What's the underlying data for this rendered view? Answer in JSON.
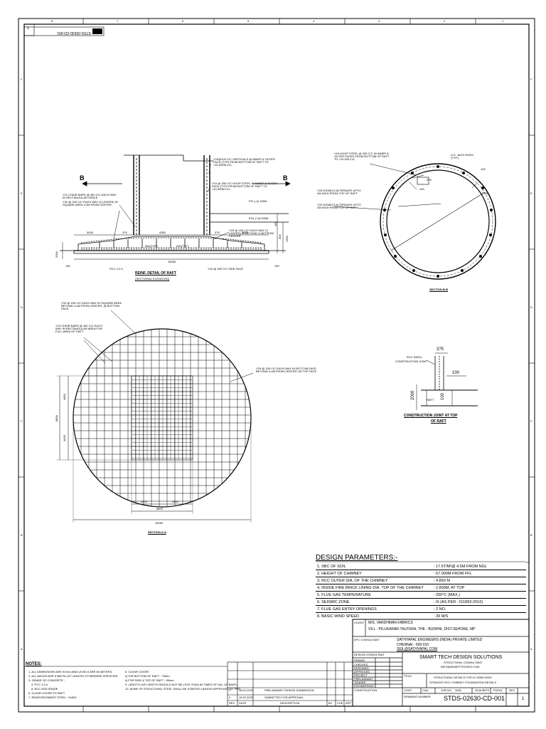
{
  "drawing": {
    "number": "STDS-02630-CD-001",
    "number_flipped": "STDS-02630-CD-001",
    "rev": "1",
    "sheet_corner": "1"
  },
  "raft_elevation": {
    "title": "REINF. DETAIL OF RAFT",
    "subtitle": "(SECTIONAL ELEVATION)",
    "section_mark_left": "B",
    "section_mark_right": "B",
    "notes": [
      "Y20@100 C/C VERTICALS @ INNER & OUTER FACE (TYP) FROM BOTTOM OF RAFT TO +10.000M LVL.",
      "Y16 @ 250 C/C HOOP STEEL IN INNER & OUTER FACE (TYP) FROM BOTTOM OF RAFT TO +10.000M LVL.",
      "Y12 CHAIR BARS @ 450 C/C EACH WAY IN RECTANGULAR SPACE",
      "Y32 @ 150 C/C EACH WAY (5 LAYERS) IN SQUARE AREA 4.4M FROM CENTER",
      "Y25 @ 150 C/C EACH WAY (3 LAYERS) IN BEYOND 4.4M FROM CENTER",
      "Y16 @ 300 C/C SIDE FACE"
    ],
    "levels": [
      "FFL (-)0.150M",
      "EGL (+)0.000M"
    ],
    "dims": [
      "3925",
      "375",
      "4350",
      "375",
      "3925",
      "150",
      "150",
      "450",
      "300",
      "1350",
      "2000",
      "500(TYP.)",
      "300(TYP.)",
      "PCC-1:2:4",
      "18250"
    ]
  },
  "section_b": {
    "title": "SECTION B-B",
    "labels": [
      "U.S. JACK RODS. (TYP.)",
      "Y16 HOOP STEEL @ 250 C/C IN INNER & OUTER FACES FROM BOTTOM OF RAFT TO +10.000 LVL",
      "Y20 DOWELS ALTERNATE UPTO 4M HIGH FROM TOP OF RAFT",
      "Y20 DOWELS ALTERNATE UPTO 2M HIGH FROM TOP OF RAFT"
    ],
    "dims": [
      "100",
      "100",
      "375",
      "3750"
    ]
  },
  "section_a": {
    "title": "SECTION A-A",
    "labels": [
      "Y32 @ 150 C/C EACH WAY IN SQUARE AREA BEYOND 4.4M FROM CENTER, @ BOTTOM FACE",
      "Y16 CHAIR BARS @ 450 C/C EACH WAY IN RECTANGULAR AREA FOR FULL AREA OF RAFT",
      "Y25 @ 150 C/C EACH WAY IN BOTTOM FACE BEYOND 4.4M FROM CENTER ON TOP FACE"
    ],
    "dims": [
      "4400",
      "4400",
      "8800",
      "4400",
      "4400",
      "8800",
      "18250"
    ]
  },
  "construction_joint": {
    "title": "CONSTRUCTION JOINT AT TOP",
    "title2": "OF RAFT",
    "labels": [
      "RCC SHELL",
      "CONSTRUCTION JOINT",
      "RAFT"
    ],
    "dims": [
      "375",
      "100",
      "100",
      "2000"
    ]
  },
  "design_parameters": {
    "title": "DESIGN PARAMETERS:-",
    "rows": [
      {
        "label": "1. SBC OF SOIL",
        "value": ": 17.5T/M²@ 4.5M FROM NGL"
      },
      {
        "label": "2. HEIGHT OF CHIMNEY",
        "value": ": 67.000M FROM FFL"
      },
      {
        "label": "3. RCC OUTER DIA. OF THE CHIMNEY",
        "value": ": 4.850 M"
      },
      {
        "label": "4. INSIDE FIRE BRICK LINING DIA. TOP OF THE CHIMNEY",
        "value": ": 2.800M, AT TOP"
      },
      {
        "label": "5. FLUE GAS TEMPERATURE",
        "value": ": 250°C (MAX.)"
      },
      {
        "label": "6. SEISMIC ZONE",
        "value": ": III (AS PER : IS1893-2016)"
      },
      {
        "label": "7. FLUE GAS ENTRY OPENINGS",
        "value": ": 2 NO."
      },
      {
        "label": "8. BASIC WIND SPEED",
        "value": ": 39 M/S"
      }
    ]
  },
  "notes": {
    "title": "NOTES:",
    "items": [
      "1. ALL DIMENSIONS ARE IN mm AND LEVELS ARE IN METERS.",
      "2. ALL WELDS ARE 6 MM FILLET UNLESS OTHERWISE SPECIFIED.",
      "3. GRADE OF CONCRETE :",
      "4. PCC 1:2:4",
      "5. RCC M25 GRADE",
      "6. CLEAR COVER TO RAFT",
      "7. REINFORCEMENT STEEL : Fe500"
    ],
    "items2": [
      "8. CLEAR COVER",
      "   i) FOR BOTTOM OF RAFT : 75mm",
      "   ii) FOR SIDE & TOP OF RAFT : 50mm",
      "9. LENGTH LAP LENGTH SHOULD NOT BE LESS THAN 50 TIMES OF DIA. OF BARS.",
      "10. NONE OF STRUCTURAL STEEL SHALL BE STARTED UNLESS APPROVED BY PMC."
    ]
  },
  "title_block": {
    "client_label": "CLIENT",
    "client_name": "M/S. VARDHMAN FABRICS",
    "client_addr": "VILL - PILUKARAR-TALPURA, THE - BUDHNI, DIST-SEHORE, MP",
    "epc_label": "EPC CONSULTANT",
    "epc_name": "SATHYAPAL ENGINEERS (INDIA) PRIVATE LIMITED",
    "epc_city": "CHENNAI - 600 010",
    "epc_web": "SEIL@SATHYAPAL.COM",
    "design_label": "DESIGN CONSULTANT",
    "design_name": "SMART TECH DESIGN SOLUTIONS",
    "design_sub": "STRUCTURAL CONSULTANT",
    "design_email": "INFO@SMARTTECHDS.COM",
    "title_label": "TITLE",
    "title_line1": "STRUCTURAL DETAILS FOR 67.000M HIGH",
    "title_line2": "STRAIGHT RCC CHIMNEY FOUNDATION DETAILS",
    "sign_rows": [
      "DRAWN",
      "CHECKED",
      "DESIGNED",
      "APPROVED",
      "PROJECT"
    ],
    "status_rows": [
      "PRELIMINARY",
      "TENDER",
      "ENGINEERING",
      "CONSTRUCTION"
    ],
    "cols": [
      "CONT.",
      "CAD.",
      "JOB NO.",
      "SCALE",
      "FMT",
      "REV"
    ],
    "cols_vals": [
      "",
      "",
      "2630",
      "NTS",
      "A1",
      "1"
    ],
    "drawing_no_label": "DRAWING NUMBER",
    "revision_headers": [
      "REV",
      "DATE",
      "DESCRIPTION",
      "BY",
      "CHK",
      "APP"
    ],
    "revision_rows": [
      {
        "rev": "1",
        "date": "16.02.2023",
        "desc": "PRELIMINARY DESIGN SUBMISSION"
      },
      {
        "rev": "0",
        "date": "10.02.2023",
        "desc": "SUBMITTED FOR APPROVAL"
      }
    ]
  },
  "border_letters_top": [
    "8",
    "7",
    "6",
    "5",
    "4",
    "3",
    "2",
    "1"
  ],
  "border_letters_side": [
    "F",
    "E",
    "D",
    "C",
    "B",
    "A"
  ]
}
